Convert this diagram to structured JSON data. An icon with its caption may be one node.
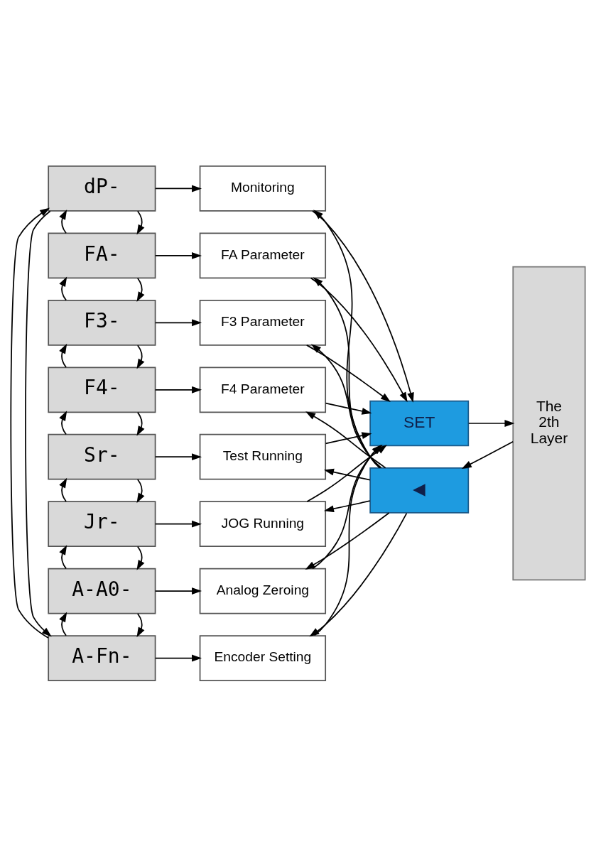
{
  "diagram": {
    "nodes": [
      {
        "text": [
          "dP-"
        ]
      },
      {
        "text": [
          "FA-"
        ]
      },
      {
        "text": [
          "F3-"
        ]
      },
      {
        "text": [
          "F4-"
        ]
      },
      {
        "text": [
          "Sr-"
        ]
      },
      {
        "text": [
          "Jr-"
        ]
      },
      {
        "text": [
          "A-A0-"
        ]
      },
      {
        "text": [
          "A-Fn-"
        ]
      },
      {
        "text": [
          "Monitoring"
        ]
      },
      {
        "text": [
          "FA Parameter"
        ]
      },
      {
        "text": [
          "F3 Parameter"
        ]
      },
      {
        "text": [
          "F4 Parameter"
        ]
      },
      {
        "text": [
          "Test Running"
        ]
      },
      {
        "text": [
          "JOG Running"
        ]
      },
      {
        "text": [
          "Analog Zeroing"
        ]
      },
      {
        "text": [
          "Encoder Setting"
        ]
      },
      {
        "text": [
          "SET"
        ]
      },
      {
        "text": [
          "◀"
        ]
      },
      {
        "text": [
          "The 2th Layer"
        ]
      }
    ],
    "edges": [
      {
        "from": 0,
        "to": 1,
        "arrow": "to"
      },
      {
        "from": 1,
        "to": 2,
        "arrow": "to"
      },
      {
        "from": 2,
        "to": 3,
        "arrow": "to"
      },
      {
        "from": 3,
        "to": 4,
        "arrow": "to"
      },
      {
        "from": 4,
        "to": 5,
        "arrow": "to"
      },
      {
        "from": 5,
        "to": 6,
        "arrow": "to"
      },
      {
        "from": 6,
        "to": 7,
        "arrow": "to"
      },
      {
        "from": 1,
        "to": 0,
        "arrow": "to"
      },
      {
        "from": 2,
        "to": 1,
        "arrow": "to"
      },
      {
        "from": 3,
        "to": 2,
        "arrow": "to"
      },
      {
        "from": 4,
        "to": 3,
        "arrow": "to"
      },
      {
        "from": 5,
        "to": 4,
        "arrow": "to"
      },
      {
        "from": 6,
        "to": 5,
        "arrow": "to"
      },
      {
        "from": 7,
        "to": 6,
        "arrow": "to"
      },
      {
        "from": 0,
        "to": 7,
        "arrow": "to"
      },
      {
        "from": 7,
        "to": 0,
        "arrow": "to"
      },
      {
        "from": 0,
        "to": 8,
        "arrow": "to"
      },
      {
        "from": 1,
        "to": 9,
        "arrow": "to"
      },
      {
        "from": 2,
        "to": 10,
        "arrow": "to"
      },
      {
        "from": 3,
        "to": 11,
        "arrow": "to"
      },
      {
        "from": 4,
        "to": 12,
        "arrow": "to"
      },
      {
        "from": 5,
        "to": 13,
        "arrow": "to"
      },
      {
        "from": 6,
        "to": 14,
        "arrow": "to"
      },
      {
        "from": 7,
        "to": 15,
        "arrow": "to"
      },
      {
        "from": 8,
        "to": 16,
        "arrow": "to"
      },
      {
        "from": 9,
        "to": 16,
        "arrow": "to"
      },
      {
        "from": 10,
        "to": 16,
        "arrow": "to"
      },
      {
        "from": 11,
        "to": 16,
        "arrow": "to"
      },
      {
        "from": 12,
        "to": 16,
        "arrow": "to"
      },
      {
        "from": 13,
        "to": 16,
        "arrow": "to"
      },
      {
        "from": 14,
        "to": 16,
        "arrow": "to"
      },
      {
        "from": 15,
        "to": 16,
        "arrow": "to"
      },
      {
        "from": 17,
        "to": 8,
        "arrow": "to"
      },
      {
        "from": 17,
        "to": 9,
        "arrow": "to"
      },
      {
        "from": 17,
        "to": 10,
        "arrow": "to"
      },
      {
        "from": 17,
        "to": 11,
        "arrow": "to"
      },
      {
        "from": 17,
        "to": 12,
        "arrow": "to"
      },
      {
        "from": 17,
        "to": 13,
        "arrow": "to"
      },
      {
        "from": 17,
        "to": 14,
        "arrow": "to"
      },
      {
        "from": 17,
        "to": 15,
        "arrow": "to"
      },
      {
        "from": 16,
        "to": 18,
        "arrow": "to"
      },
      {
        "from": 18,
        "to": 17,
        "arrow": "to"
      }
    ]
  }
}
